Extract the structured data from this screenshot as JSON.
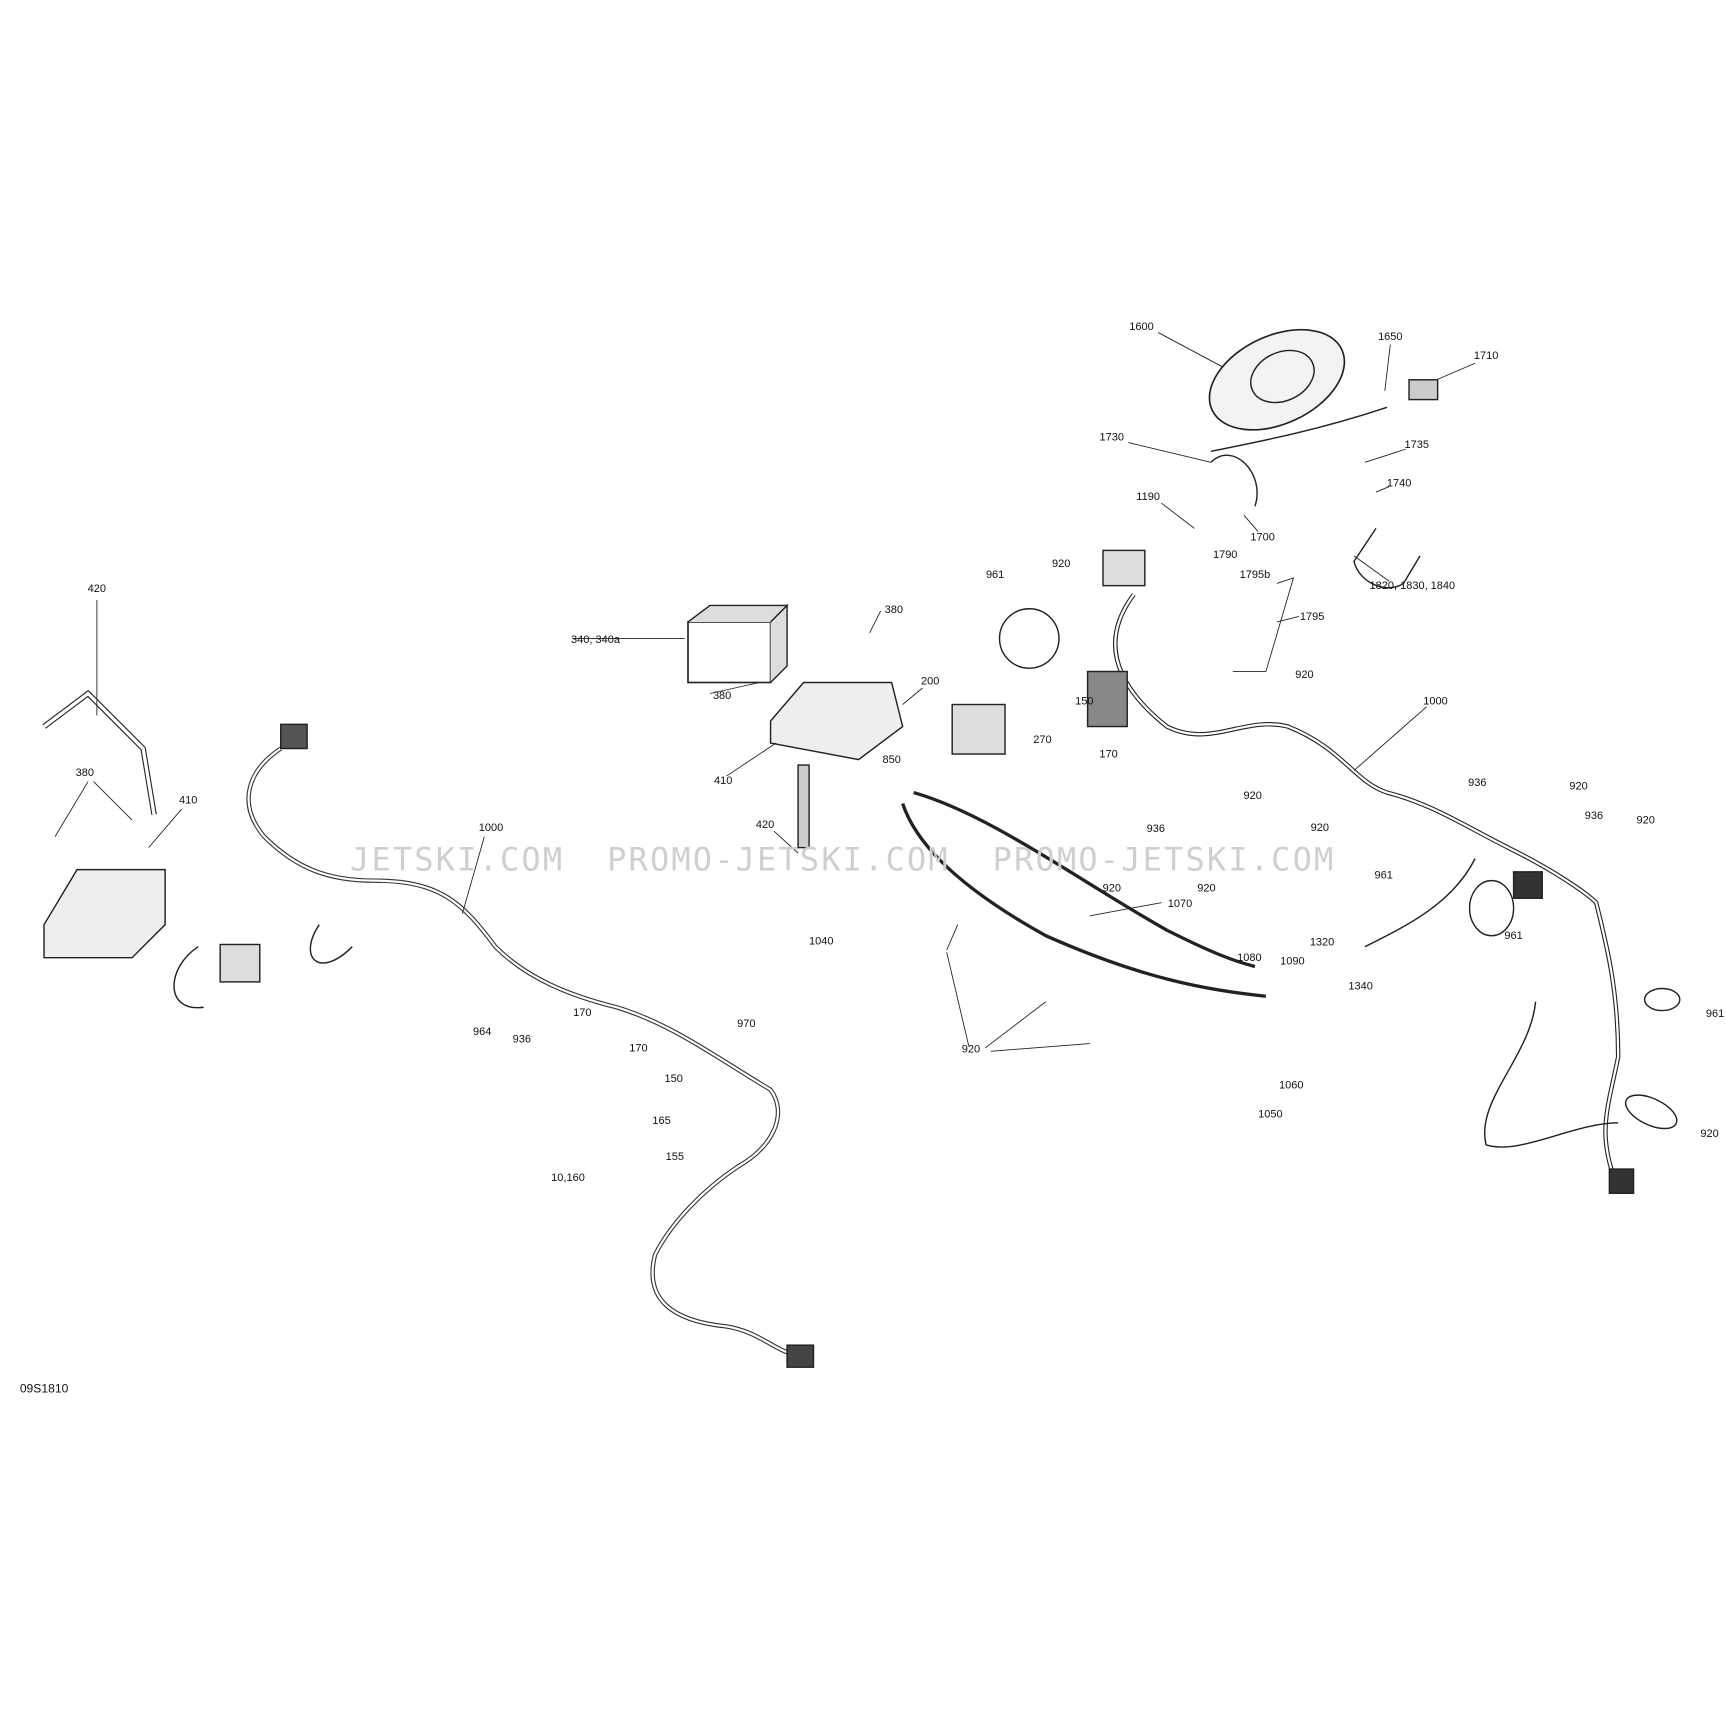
{
  "diagram": {
    "code": "09S1810",
    "watermark": "JETSKI.COM  PROMO-JETSKI.COM  PROMO-JETSKI.COM",
    "labels": [
      "1600",
      "1650",
      "1710",
      "1730",
      "1735",
      "1740",
      "1190",
      "1700",
      "1820, 1830, 1840",
      "920",
      "1790",
      "1795b",
      "961",
      "1795",
      "380",
      "340, 340a",
      "380",
      "200",
      "150",
      "920",
      "1000",
      "270",
      "170",
      "850",
      "410",
      "420",
      "380",
      "410",
      "936",
      "920",
      "920",
      "936",
      "920",
      "920",
      "936",
      "920",
      "920",
      "961",
      "961",
      "1000",
      "1070",
      "1040",
      "1320",
      "1080",
      "1090",
      "1340",
      "961",
      "170",
      "970",
      "964",
      "936",
      "170",
      "150",
      "920",
      "1060",
      "165",
      "1050",
      "920",
      "155",
      "10,160",
      "420"
    ]
  }
}
